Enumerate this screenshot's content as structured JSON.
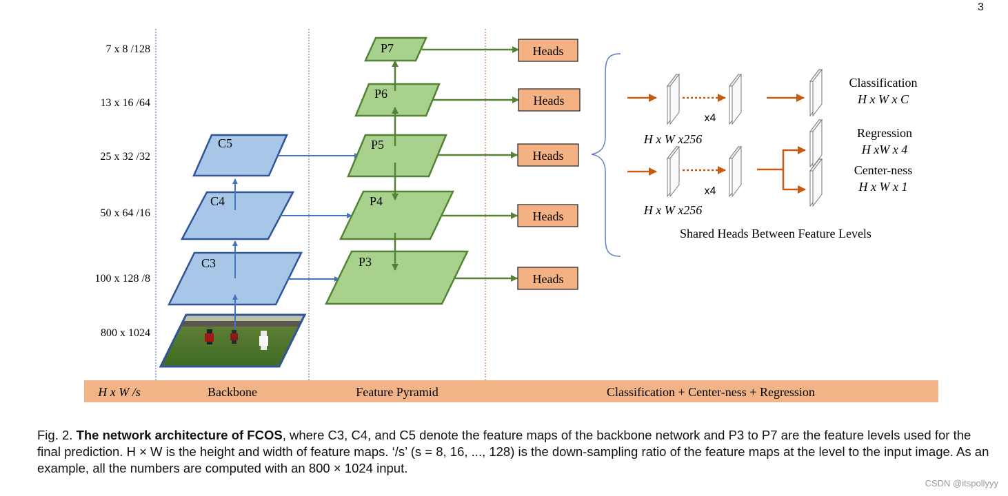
{
  "page_number": "3",
  "levels": [
    "7 x 8 /128",
    "13 x 16 /64",
    "25 x 32 /32",
    "50 x 64 /16",
    "100 x 128 /8",
    "800 x 1024"
  ],
  "backbone_maps": [
    "C3",
    "C4",
    "C5"
  ],
  "pyramid_maps": [
    "P3",
    "P4",
    "P5",
    "P6",
    "P7"
  ],
  "heads_label": "Heads",
  "shared_heads": {
    "title": "Shared Heads Between Feature Levels",
    "repeat": "x4",
    "input_dim": "H x W x256",
    "classification": "Classification",
    "classification_dim": "H x W x C",
    "regression": "Regression",
    "regression_dim": "H xW x 4",
    "centerness": "Center-ness",
    "centerness_dim": "H x W x 1"
  },
  "band": {
    "hws": "H x W /s",
    "backbone": "Backbone",
    "pyramid": "Feature Pyramid",
    "heads": "Classification + Center-ness + Regression"
  },
  "caption": {
    "fig": "Fig. 2.",
    "bold": "The network architecture of FCOS",
    "rest": ", where C3, C4, and C5 denote the feature maps of the backbone network and P3 to P7 are the feature levels used for the final prediction. H × W is the height and width of feature maps. ‘/s’ (s = 8, 16, ..., 128) is the down-sampling ratio of the feature maps at the level to the input image. As an example, all the numbers are computed with an 800 × 1024 input."
  },
  "watermark": "CSDN @itspollyyy",
  "colors": {
    "backbone_fill": "#a8c6e8",
    "backbone_stroke": "#2f5597",
    "pyramid_fill": "#a9d18e",
    "pyramid_stroke": "#548235",
    "heads_fill": "#f4b183",
    "band_fill": "#f0b487",
    "blue_arrow": "#4472c4",
    "green_arrow": "#548235",
    "orange_arrow": "#c55a11"
  }
}
